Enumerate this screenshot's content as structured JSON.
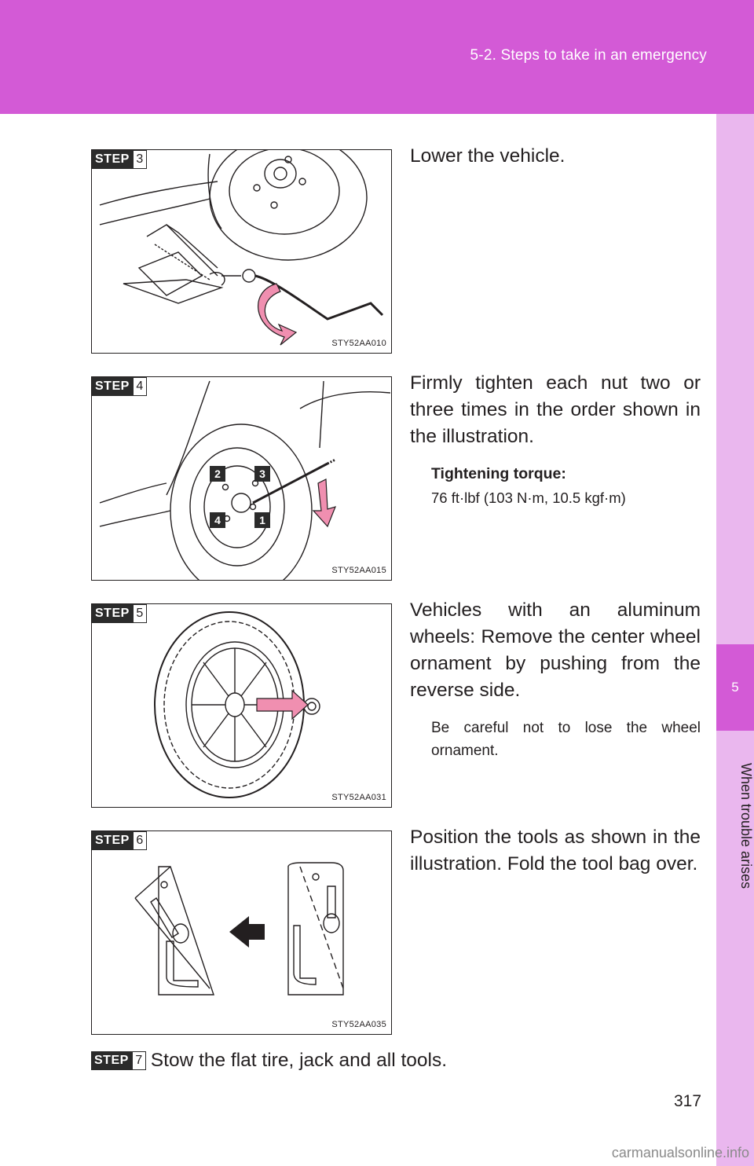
{
  "header": {
    "section_title": "5-2. Steps to take in an emergency"
  },
  "side_tab": {
    "chapter_number": "5",
    "chapter_title": "When trouble arises"
  },
  "steps": [
    {
      "badge": "STEP",
      "number": "3",
      "figure_code": "STY52AA010",
      "text": "Lower the vehicle."
    },
    {
      "badge": "STEP",
      "number": "4",
      "figure_code": "STY52AA015",
      "text": "Firmly tighten each nut two or three times in the order shown in the illustration.",
      "sub_heading": "Tightening torque:",
      "sub_text": "76 ft·lbf (103 N·m, 10.5 kgf·m)",
      "nut_labels": [
        "2",
        "3",
        "4",
        "1"
      ]
    },
    {
      "badge": "STEP",
      "number": "5",
      "figure_code": "STY52AA031",
      "text": "Vehicles with an aluminum wheels: Remove the center wheel ornament by pushing from the reverse side.",
      "sub_text": "Be careful not to lose the wheel ornament."
    },
    {
      "badge": "STEP",
      "number": "6",
      "figure_code": "STY52AA035",
      "text": "Position the tools as shown in the illustration. Fold the tool bag over."
    },
    {
      "badge": "STEP",
      "number": "7",
      "text": "Stow the flat tire, jack and all tools."
    }
  ],
  "page_number": "317",
  "watermark": "carmanualsonline.info",
  "colors": {
    "accent": "#d35ad6",
    "tab": "#eab7ee",
    "arrow": "#f08fb0"
  }
}
